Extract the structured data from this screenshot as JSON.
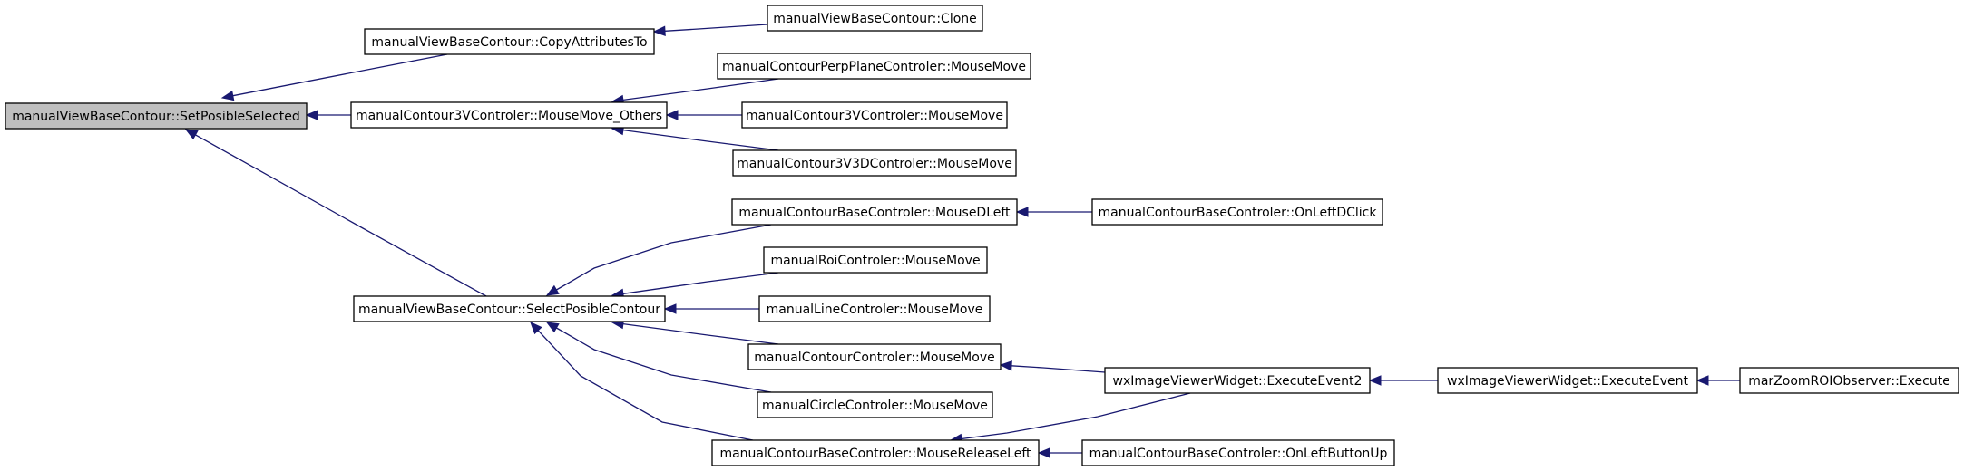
{
  "diagram": {
    "type": "call-graph",
    "colors": {
      "edge": "#191970",
      "node_border": "#000000",
      "node_fill": "#ffffff",
      "focus_fill": "#bfbfbf",
      "text": "#000000"
    },
    "nodes": [
      {
        "id": "set_posible_selected",
        "label": "manualViewBaseContour::SetPosibleSelected",
        "focus": true
      },
      {
        "id": "copy_attributes_to",
        "label": "manualViewBaseContour::CopyAttributesTo"
      },
      {
        "id": "clone",
        "label": "manualViewBaseContour::Clone"
      },
      {
        "id": "perp_plane_mouse_move",
        "label": "manualContourPerpPlaneControler::MouseMove"
      },
      {
        "id": "mouse_move_others",
        "label": "manualContour3VControler::MouseMove_Others"
      },
      {
        "id": "c3v_mouse_move",
        "label": "manualContour3VControler::MouseMove"
      },
      {
        "id": "c3v3d_mouse_move",
        "label": "manualContour3V3DControler::MouseMove"
      },
      {
        "id": "base_mouse_d_left",
        "label": "manualContourBaseControler::MouseDLeft"
      },
      {
        "id": "on_left_d_click",
        "label": "manualContourBaseControler::OnLeftDClick"
      },
      {
        "id": "roi_mouse_move",
        "label": "manualRoiControler::MouseMove"
      },
      {
        "id": "select_posible_contour",
        "label": "manualViewBaseContour::SelectPosibleContour"
      },
      {
        "id": "line_mouse_move",
        "label": "manualLineControler::MouseMove"
      },
      {
        "id": "contour_mouse_move",
        "label": "manualContourControler::MouseMove"
      },
      {
        "id": "execute_event2",
        "label": "wxImageViewerWidget::ExecuteEvent2"
      },
      {
        "id": "execute_event",
        "label": "wxImageViewerWidget::ExecuteEvent"
      },
      {
        "id": "mar_zoom_execute",
        "label": "marZoomROIObserver::Execute"
      },
      {
        "id": "circle_mouse_move",
        "label": "manualCircleControler::MouseMove"
      },
      {
        "id": "mouse_release_left",
        "label": "manualContourBaseControler::MouseReleaseLeft"
      },
      {
        "id": "on_left_button_up",
        "label": "manualContourBaseControler::OnLeftButtonUp"
      }
    ],
    "edges": [
      {
        "from": "copy_attributes_to",
        "to": "set_posible_selected"
      },
      {
        "from": "mouse_move_others",
        "to": "set_posible_selected"
      },
      {
        "from": "select_posible_contour",
        "to": "set_posible_selected"
      },
      {
        "from": "clone",
        "to": "copy_attributes_to"
      },
      {
        "from": "perp_plane_mouse_move",
        "to": "mouse_move_others"
      },
      {
        "from": "c3v_mouse_move",
        "to": "mouse_move_others"
      },
      {
        "from": "c3v3d_mouse_move",
        "to": "mouse_move_others"
      },
      {
        "from": "base_mouse_d_left",
        "to": "select_posible_contour"
      },
      {
        "from": "roi_mouse_move",
        "to": "select_posible_contour"
      },
      {
        "from": "line_mouse_move",
        "to": "select_posible_contour"
      },
      {
        "from": "contour_mouse_move",
        "to": "select_posible_contour"
      },
      {
        "from": "circle_mouse_move",
        "to": "select_posible_contour"
      },
      {
        "from": "mouse_release_left",
        "to": "select_posible_contour"
      },
      {
        "from": "on_left_d_click",
        "to": "base_mouse_d_left"
      },
      {
        "from": "execute_event2",
        "to": "contour_mouse_move"
      },
      {
        "from": "execute_event2",
        "to": "mouse_release_left"
      },
      {
        "from": "execute_event",
        "to": "execute_event2"
      },
      {
        "from": "mar_zoom_execute",
        "to": "execute_event"
      },
      {
        "from": "on_left_button_up",
        "to": "mouse_release_left"
      }
    ]
  }
}
